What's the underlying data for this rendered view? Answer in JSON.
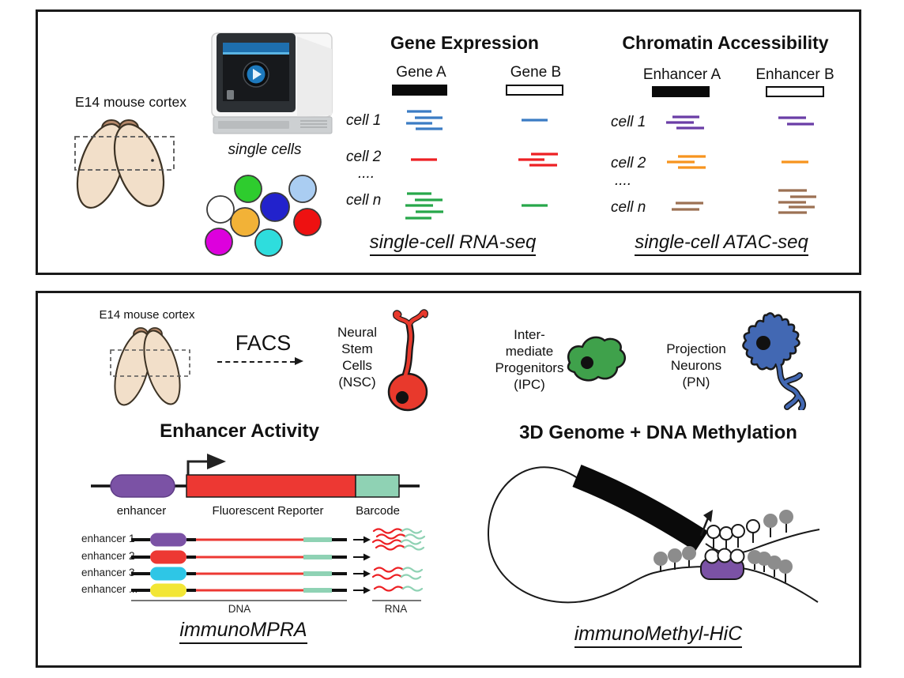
{
  "colors": {
    "read_blue": "#3b7cc4",
    "read_red": "#ed2024",
    "read_green": "#27a74a",
    "read_purple": "#6a3da6",
    "read_orange": "#f7941e",
    "read_brown": "#9c7153",
    "brain_fill": "#f2dfc9",
    "brain_cap": "#b5886a",
    "cell_white": "#ffffff",
    "cell_green": "#2ecc2e",
    "cell_lightblue": "#aacdf2",
    "cell_blue": "#2222cc",
    "cell_orange": "#f2b237",
    "cell_red": "#ee1111",
    "cell_magenta": "#dd00dd",
    "cell_cyan": "#2edddd",
    "nsc_red": "#e8392c",
    "ipc_green": "#3fa14b",
    "pn_blue": "#4268b3",
    "enhancer_purple": "#7b52a5",
    "reporter_red": "#ed3833",
    "barcode_teal": "#8fd2b4",
    "pill_cyan": "#2ec6e6",
    "pill_yellow": "#f2e635",
    "lollipop_gray": "#8c8c8c"
  },
  "panel_top": {
    "sample_label": "E14 mouse cortex",
    "single_cells_label": "single cells",
    "gene_expression": {
      "title": "Gene Expression",
      "col_a": "Gene A",
      "col_b": "Gene B",
      "row_1": "cell 1",
      "row_2": "cell 2",
      "row_dots": "....",
      "row_n": "cell n",
      "method": "single-cell RNA-seq"
    },
    "chromatin": {
      "title": "Chromatin Accessibility",
      "col_a": "Enhancer A",
      "col_b": "Enhancer B",
      "row_1": "cell 1",
      "row_2": "cell 2",
      "row_dots": "....",
      "row_n": "cell n",
      "method": "single-cell ATAC-seq"
    }
  },
  "panel_bottom": {
    "sample_label": "E14 mouse cortex",
    "facs_label": "FACS",
    "nsc": {
      "l1": "Neural",
      "l2": "Stem",
      "l3": "Cells",
      "l4": "(NSC)"
    },
    "ipc": {
      "l1": "Inter-",
      "l2": "mediate",
      "l3": "Progenitors",
      "l4": "(IPC)"
    },
    "pn": {
      "l1": "Projection",
      "l2": "Neurons",
      "l3": "(PN)"
    },
    "enhancer_activity": {
      "title": "Enhancer Activity",
      "label_enhancer": "enhancer",
      "label_reporter": "Fluorescent Reporter",
      "label_barcode": "Barcode",
      "row_1": "enhancer 1",
      "row_2": "enhancer 2",
      "row_3": "enhancer 3",
      "row_4": "enhancer ...",
      "label_dna": "DNA",
      "label_rna": "RNA",
      "method": "immunoMPRA"
    },
    "methyl_hic": {
      "title": "3D Genome + DNA Methylation",
      "method": "immunoMethyl-HiC"
    }
  }
}
